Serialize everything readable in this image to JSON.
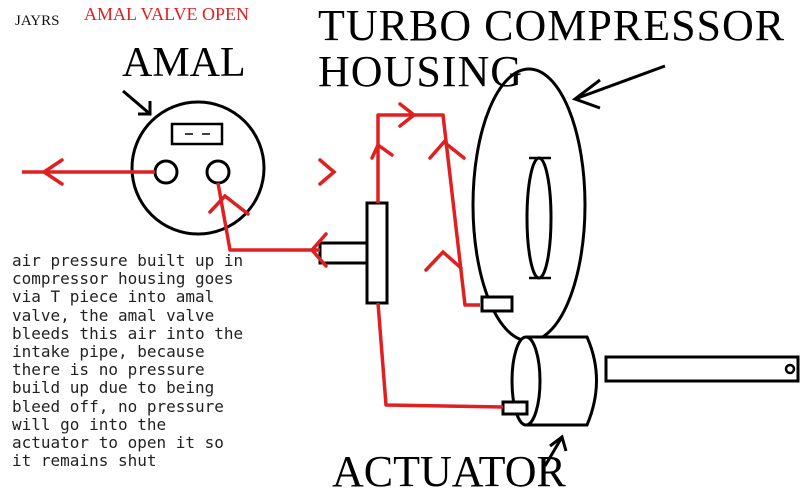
{
  "header": {
    "author": "JAYRS",
    "status": "AMAL VALVE OPEN"
  },
  "labels": {
    "turbo_line1": "TURBO COMPRESSOR",
    "turbo_line2": "HOUSING",
    "amal": "AMAL",
    "actuator": "ACTUATOR"
  },
  "explanation": [
    "air pressure built up in",
    "compressor housing goes",
    "via T piece into amal",
    "valve, the amal valve",
    "bleeds this air into the",
    "intake pipe, because",
    "there is no pressure",
    "build up due to being",
    "bleed off, no pressure",
    "will go into the",
    "actuator to open it so",
    "it remains shut"
  ],
  "colors": {
    "air_flow": "#e02020",
    "outline": "#000000",
    "status_text": "#e02020"
  }
}
